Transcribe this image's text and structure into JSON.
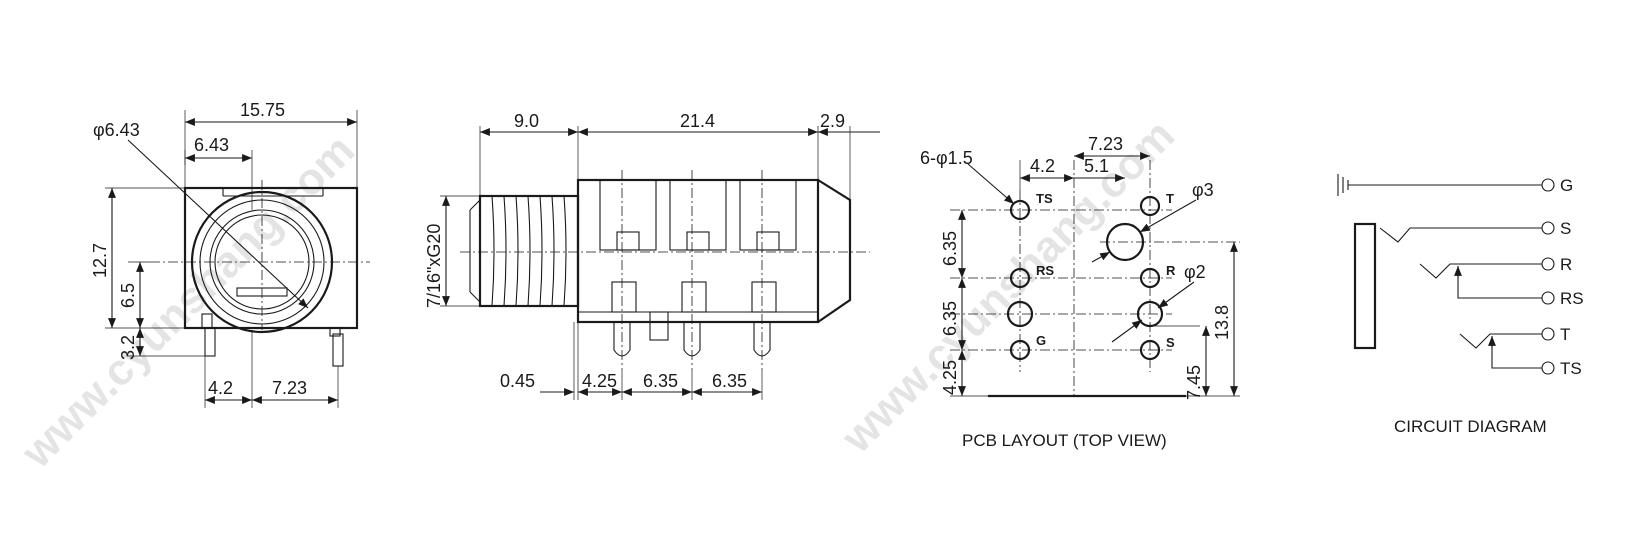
{
  "watermark": {
    "text": "www.cyunshang.com"
  },
  "front_view": {
    "dim_width": "15.75",
    "dim_hole_dia": "φ6.43",
    "dim_hole_offset": "6.43",
    "dim_height": "12.7",
    "dim_center_height": "6.5",
    "dim_pin_length": "3.2",
    "dim_pin_left": "4.2",
    "dim_pin_right": "7.23"
  },
  "side_view": {
    "dim_thread_len": "9.0",
    "dim_body_len": "21.4",
    "dim_nose_len": "2.9",
    "thread_spec": "7/16\"xG20",
    "dim_offset": "0.45",
    "dim_pitch_1": "4.25",
    "dim_pitch_2": "6.35",
    "dim_pitch_3": "6.35"
  },
  "pcb_layout": {
    "caption": "PCB LAYOUT (TOP VIEW)",
    "dim_holes": "6-φ1.5",
    "dim_4_2": "4.2",
    "dim_5_1": "5.1",
    "dim_7_23": "7.23",
    "dim_phi3": "φ3",
    "dim_phi2": "φ2",
    "dim_v1": "6.35",
    "dim_v2": "6.35",
    "dim_v3": "4.25",
    "dim_7_45": "7.45",
    "dim_13_8": "13.8",
    "pins": {
      "ts": "TS",
      "t": "T",
      "rs": "RS",
      "r": "R",
      "g": "G",
      "s": "S"
    }
  },
  "circuit_diagram": {
    "caption": "CIRCUIT DIAGRAM",
    "terminals": {
      "g": "G",
      "s": "S",
      "r": "R",
      "rs": "RS",
      "t": "T",
      "ts": "TS"
    }
  }
}
